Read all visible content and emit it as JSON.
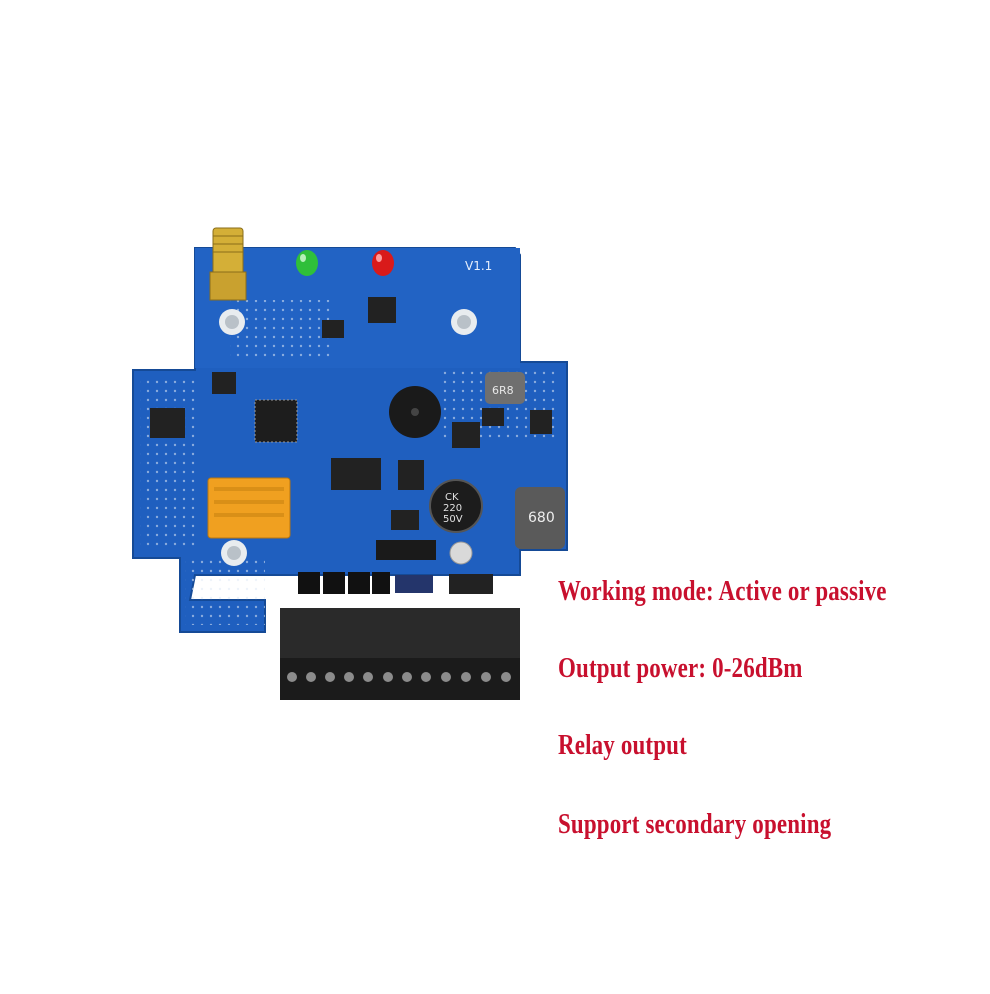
{
  "board": {
    "version_label": "V1.1",
    "capacitor_lines": [
      "CK",
      "220",
      "50V"
    ],
    "inductor_small_label": "6R8",
    "inductor_large_label": "680",
    "colors": {
      "pcb": "#1f5fbf",
      "pcb_dark": "#174a98",
      "relay": "#f0a020",
      "led_green": "#2fbf3a",
      "led_red": "#d91a1a",
      "terminal": "#1b1b1b"
    }
  },
  "features": [
    "Working mode: Active or passive",
    "Output power: 0-26dBm",
    "Relay output",
    "Support secondary opening"
  ]
}
